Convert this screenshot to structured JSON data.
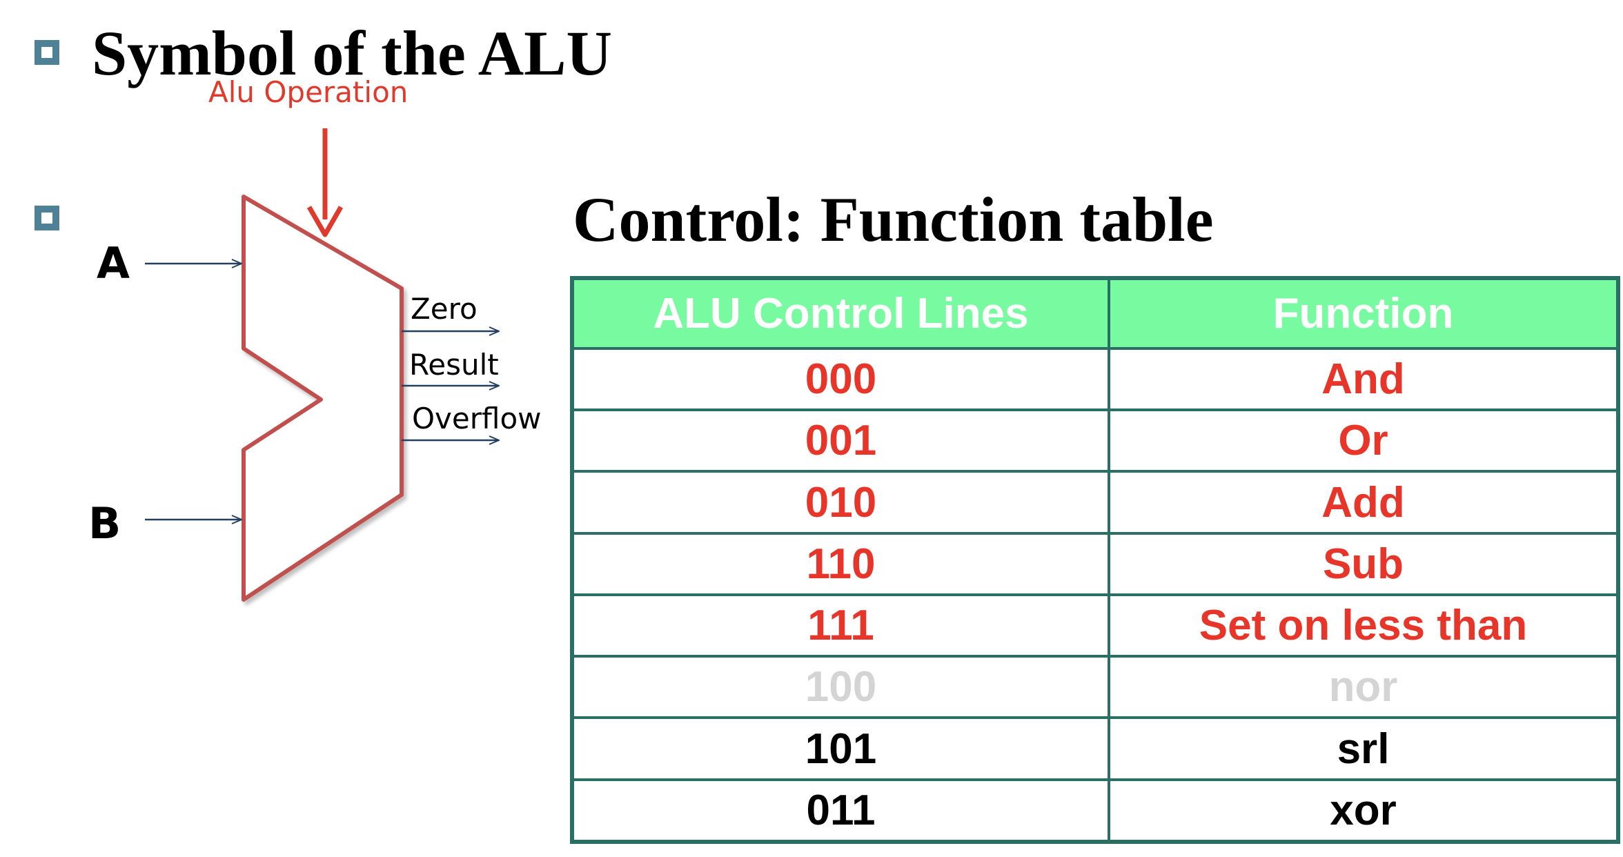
{
  "title": "Symbol of the ALU",
  "control_title": "Control:  Function table",
  "diagram": {
    "alu_operation_label": "Alu Operation",
    "input_a_label": "A",
    "input_b_label": "B",
    "outputs": [
      "Zero",
      "Result",
      "Overflow"
    ],
    "shape_color": "#c0504d",
    "operation_arrow_color": "#e03a2c",
    "io_arrow_color": "#243f60"
  },
  "table": {
    "headers": [
      "ALU Control Lines",
      "Function"
    ],
    "header_bg": "#78fba0",
    "border_color": "#2a6f63",
    "rows": [
      {
        "code": "000",
        "function": "And",
        "color": "#e8352a"
      },
      {
        "code": "001",
        "function": "Or",
        "color": "#e8352a"
      },
      {
        "code": "010",
        "function": "Add",
        "color": "#e8352a"
      },
      {
        "code": "110",
        "function": "Sub",
        "color": "#e8352a"
      },
      {
        "code": "111",
        "function": "Set on less than",
        "color": "#e8352a"
      },
      {
        "code": "100",
        "function": "nor",
        "color": "#d4d4d4"
      },
      {
        "code": "101",
        "function": "srl",
        "color": "#000000"
      },
      {
        "code": "011",
        "function": "xor",
        "color": "#000000"
      }
    ]
  }
}
